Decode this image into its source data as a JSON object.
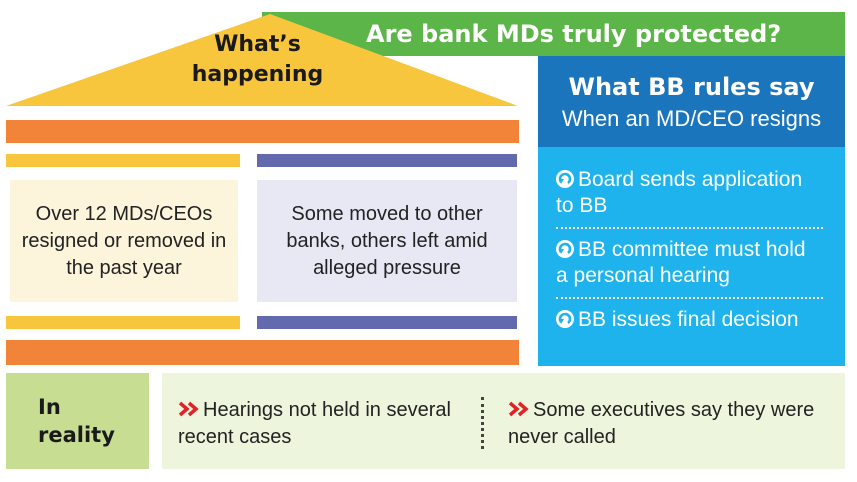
{
  "banner": {
    "title": "Are bank MDs truly protected?"
  },
  "roof": {
    "line1": "What’s",
    "line2": "happening"
  },
  "columns": {
    "left": {
      "text": "Over 12 MDs/CEOs resigned or removed in the past year"
    },
    "right": {
      "text": "Some moved to other banks, others left amid alleged pressure"
    }
  },
  "rules": {
    "title": "What BB rules say",
    "subtitle": "When an MD/CEO resigns",
    "items": [
      {
        "text": "Board sends application to BB",
        "icon": "circular-arrow-icon"
      },
      {
        "text": "BB committee must hold a personal hearing",
        "icon": "circular-arrow-icon"
      },
      {
        "text": "BB issues final decision",
        "icon": "circular-arrow-icon"
      }
    ]
  },
  "reality": {
    "label_line1": "In",
    "label_line2": "reality",
    "points": [
      {
        "text": "Hearings not held in several recent cases",
        "icon": "double-chevron-right-icon"
      },
      {
        "text": "Some executives say they were never called",
        "icon": "double-chevron-right-icon"
      }
    ]
  },
  "colors": {
    "banner_green": "#5cb548",
    "roof_yellow": "#f8c63d",
    "beam_orange": "#f2843a",
    "beam_purple": "#6269ad",
    "rules_dark_blue": "#1a75bc",
    "rules_light_blue": "#1eb3ec",
    "reality_green": "#c7de92",
    "chevron_red": "#e02326"
  }
}
